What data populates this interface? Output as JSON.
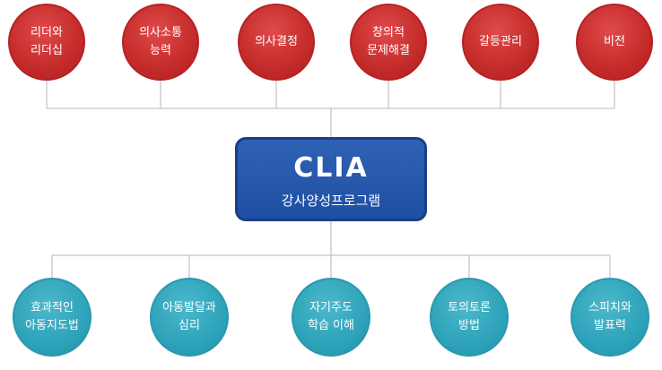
{
  "center": {
    "title": "CLIA",
    "subtitle": "강사양성프로그램"
  },
  "top_items": [
    {
      "label": "리더와\n리더십"
    },
    {
      "label": "의사소통\n능력"
    },
    {
      "label": "의사결정"
    },
    {
      "label": "창의적\n문제해결"
    },
    {
      "label": "갈등관리"
    },
    {
      "label": "비전"
    }
  ],
  "bottom_items": [
    {
      "label": "효과적인\n아동지도법"
    },
    {
      "label": "아동발달과\n심리"
    },
    {
      "label": "자기주도\n학습 이해"
    },
    {
      "label": "토의토론\n방법"
    },
    {
      "label": "스피치와\n발표력"
    }
  ],
  "colors": {
    "top_circle": "#c42b2b",
    "bottom_circle": "#2ea3b9",
    "center_box": "#1f4fa3",
    "connector": "#b5b5b5"
  }
}
